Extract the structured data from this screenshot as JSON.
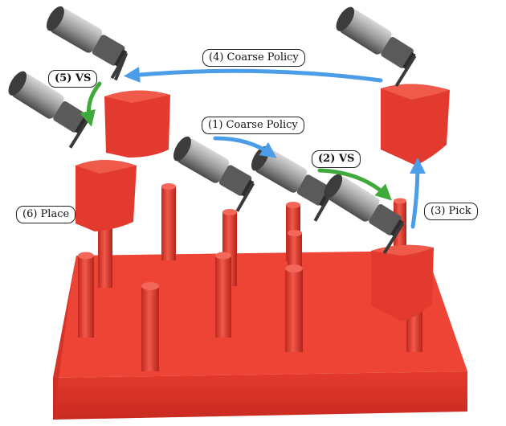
{
  "steps": [
    {
      "id": "step1",
      "label": "(1) Coarse Policy",
      "bold": false
    },
    {
      "id": "step2",
      "label": "(2) VS",
      "bold": true
    },
    {
      "id": "step3",
      "label": "(3) Pick",
      "bold": false
    },
    {
      "id": "step4",
      "label": "(4) Coarse Policy",
      "bold": false
    },
    {
      "id": "step5",
      "label": "(5) VS",
      "bold": true
    },
    {
      "id": "step6",
      "label": "(6) Place",
      "bold": false
    }
  ],
  "colors": {
    "board": "#e8372c",
    "board_dark": "#b8231b",
    "board_top": "#ef4a3c",
    "coarse_arrow": "#4a9de6",
    "vs_arrow": "#3fa93a",
    "gripper_body": "#8a8a8a",
    "gripper_dark": "#3c3c3c",
    "gripper_light": "#c8c8c8"
  }
}
